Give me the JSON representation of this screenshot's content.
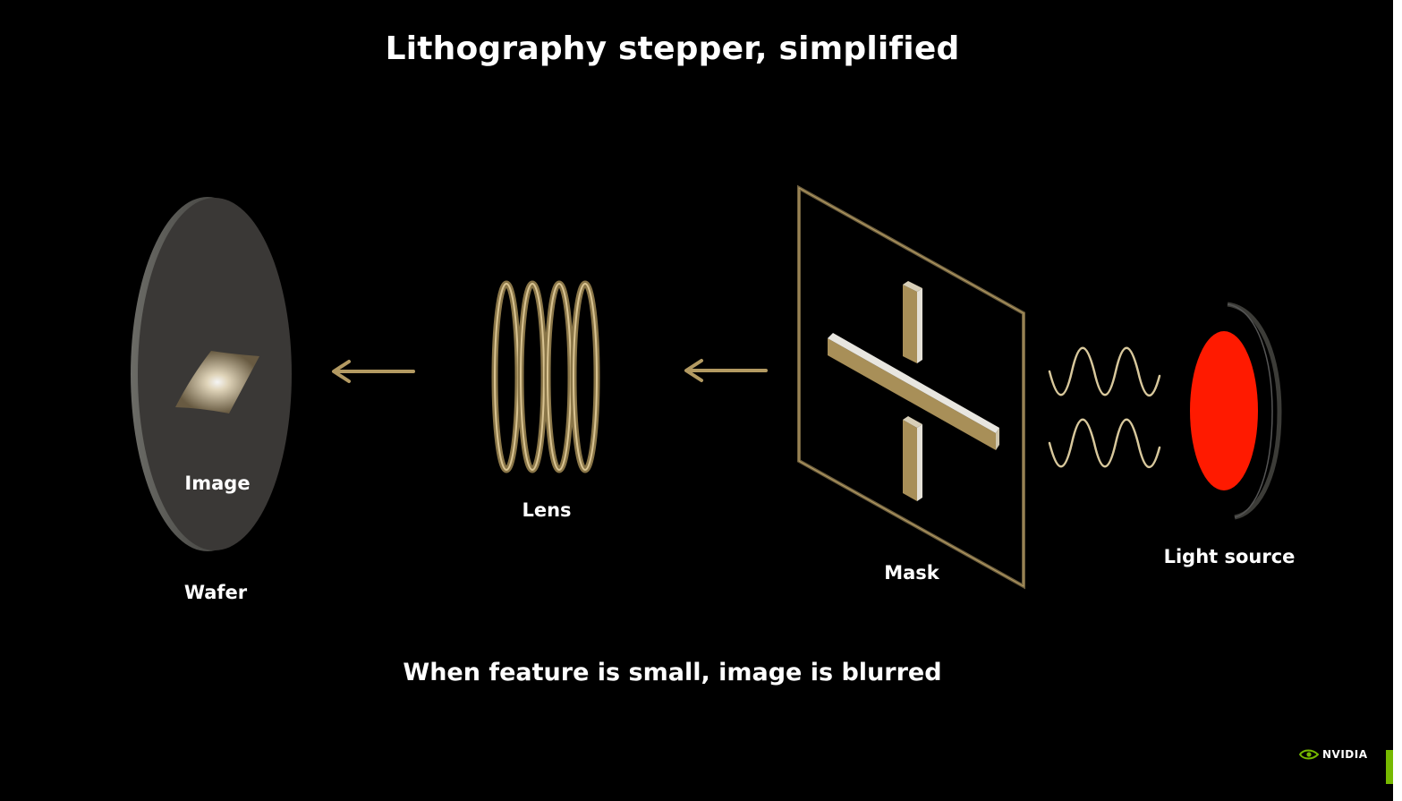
{
  "title": "Lithography stepper, simplified",
  "caption": "When feature is small, image is blurred",
  "labels": {
    "image": "Image",
    "wafer": "Wafer",
    "lens": "Lens",
    "mask": "Mask",
    "light_source": "Light source"
  },
  "logo": {
    "text": "NVIDIA",
    "icon": "nvidia-eye-icon"
  },
  "colors": {
    "background": "#000000",
    "gold": "#b39a62",
    "light": "#ff1a00",
    "wafer": "#3a3836",
    "nvidia_green": "#76b900"
  }
}
